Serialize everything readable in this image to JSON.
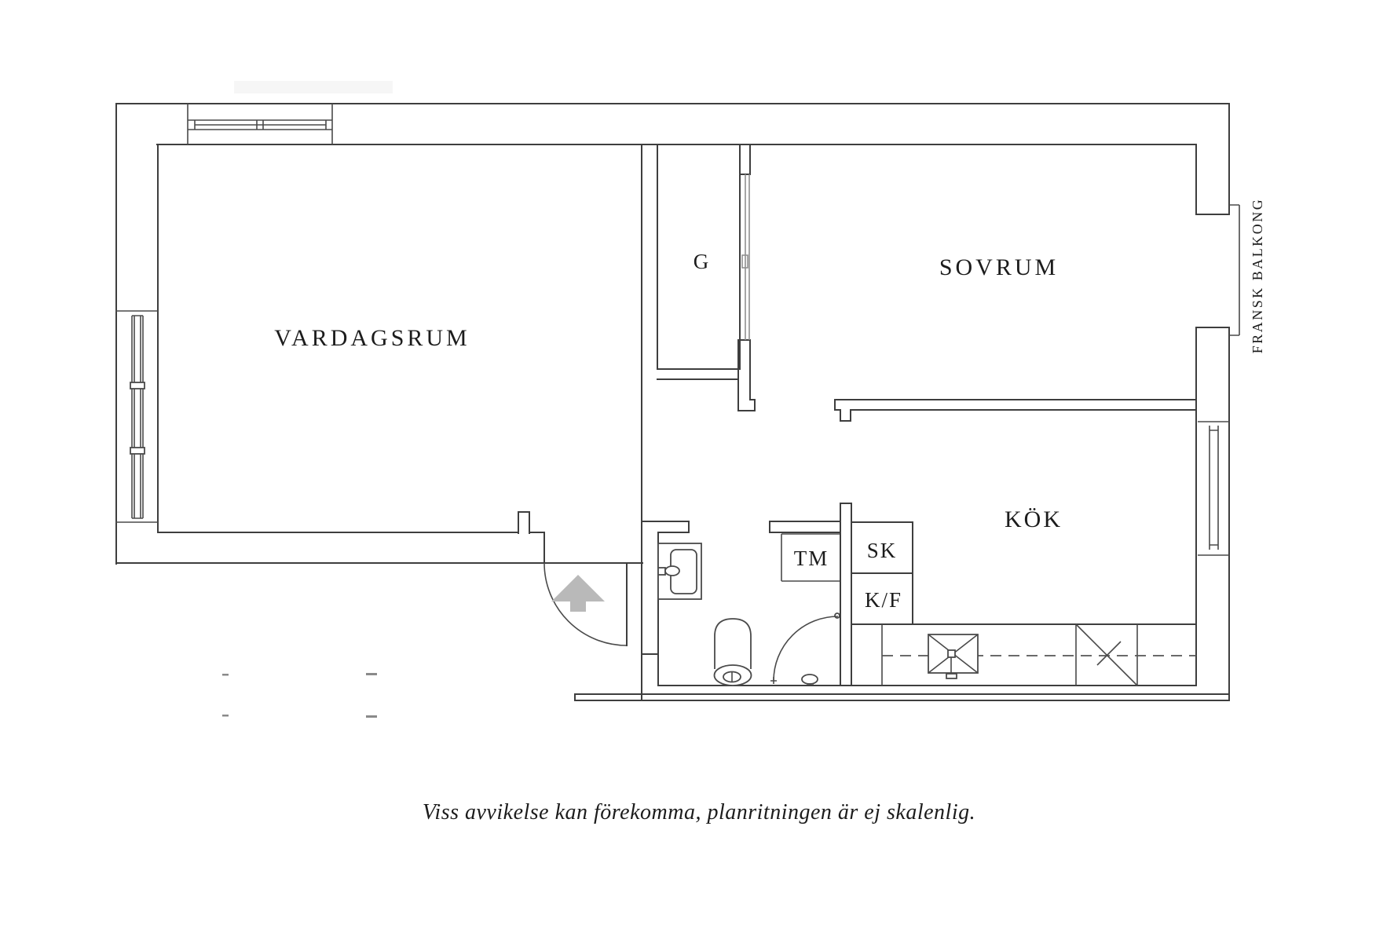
{
  "colors": {
    "line": "#3e3e3e",
    "arrow": "#b9b9b9",
    "sliding_door": "#8f8f8f",
    "text": "#1c1c1c"
  },
  "floorplan": {
    "rooms": [
      {
        "id": "vardagsrum",
        "label": "VARDAGSRUM"
      },
      {
        "id": "sovrum",
        "label": "SOVRUM"
      },
      {
        "id": "kok",
        "label": "KÖK"
      },
      {
        "id": "garderob",
        "label": "G"
      }
    ],
    "fixtures": [
      {
        "id": "tvattmaskin",
        "label": "TM"
      },
      {
        "id": "skap",
        "label": "SK"
      },
      {
        "id": "kyl_frys",
        "label": "K/F"
      }
    ],
    "balcony_label": "FRANSK BALKONG",
    "disclaimer": "Viss avvikelse kan förekomma, planritningen är ej skalenlig."
  }
}
